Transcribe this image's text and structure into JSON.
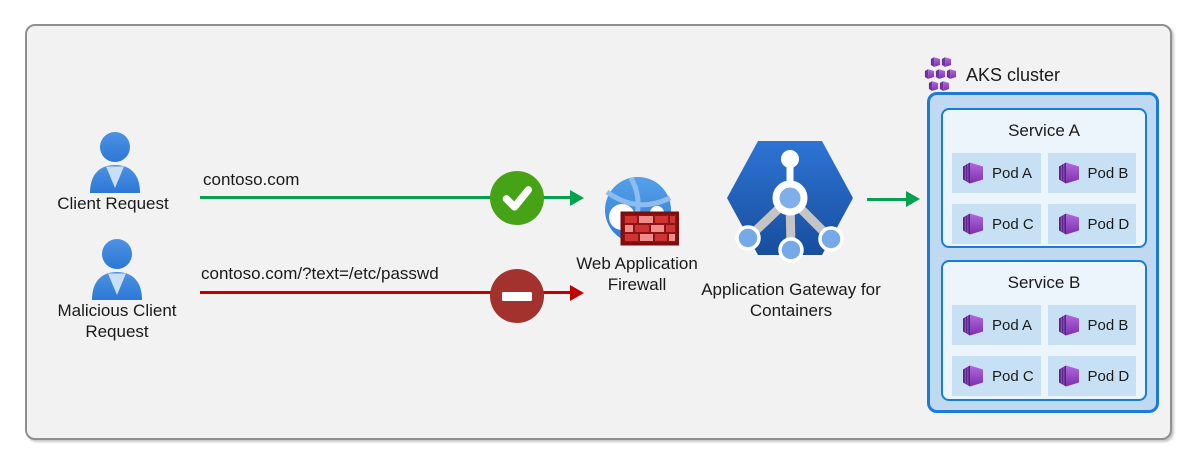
{
  "clients": [
    {
      "label": "Client Request"
    },
    {
      "label": "Malicious Client Request"
    }
  ],
  "flows": [
    {
      "request": "contoso.com",
      "status": "allowed"
    },
    {
      "request": "contoso.com/?text=/etc/passwd",
      "status": "blocked"
    }
  ],
  "waf": {
    "label": "Web Application Firewall"
  },
  "gateway": {
    "label": "Application Gateway for Containers"
  },
  "aks": {
    "title": "AKS cluster",
    "services": [
      {
        "name": "Service A",
        "pods": [
          "Pod A",
          "Pod B",
          "Pod C",
          "Pod D"
        ]
      },
      {
        "name": "Service B",
        "pods": [
          "Pod A",
          "Pod B",
          "Pod C",
          "Pod D"
        ]
      }
    ]
  },
  "colors": {
    "allowed_green": "#00A24E",
    "check_badge_green": "#46A316",
    "blocked_red": "#C00000",
    "block_badge_red": "#A3312D",
    "azure_blue_border": "#1B7CD8",
    "aks_fill": "#BFDAF0",
    "service_fill": "#EDF5FC",
    "pod_tile_fill": "#C7E0F4",
    "pod_purple": "#7D2FB0",
    "person_blue": "#2B78D4"
  }
}
